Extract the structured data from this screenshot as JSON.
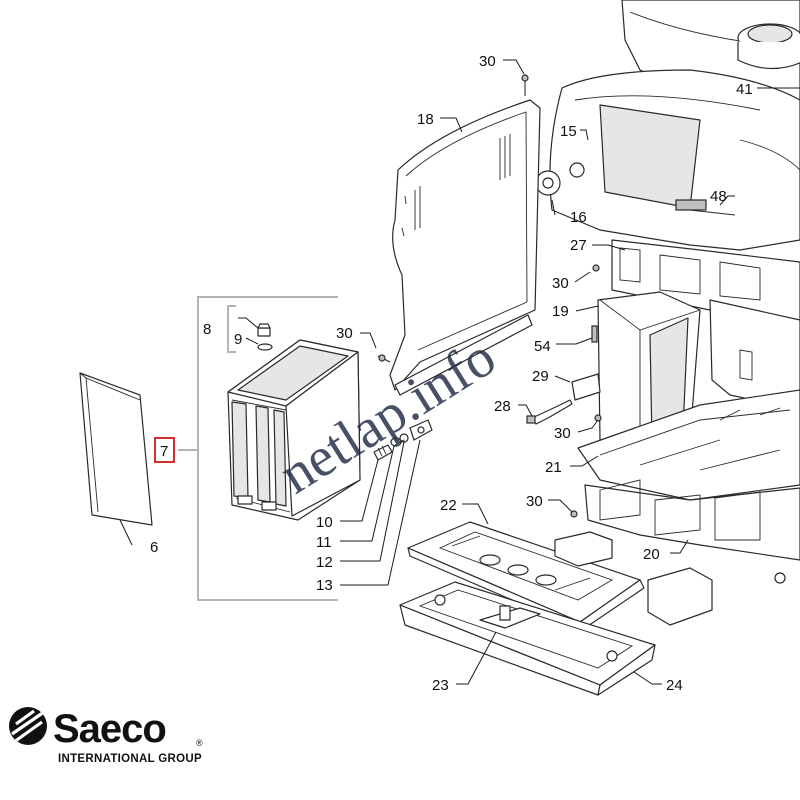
{
  "watermark": "netlap.info",
  "brand": {
    "name": "Saeco",
    "subtitle": "INTERNATIONAL GROUP",
    "registered": "®"
  },
  "colors": {
    "line": "#2a2a2a",
    "bracket": "#b5b5b5",
    "highlight": "#d32f2f",
    "watermark": "#1f2a44"
  },
  "highlighted_callout": "7",
  "callouts": [
    {
      "id": "c30a",
      "label": "30"
    },
    {
      "id": "c41",
      "label": "41"
    },
    {
      "id": "c18",
      "label": "18"
    },
    {
      "id": "c15",
      "label": "15"
    },
    {
      "id": "c48",
      "label": "48"
    },
    {
      "id": "c16",
      "label": "16"
    },
    {
      "id": "c27",
      "label": "27"
    },
    {
      "id": "c30b",
      "label": "30"
    },
    {
      "id": "c8",
      "label": "8"
    },
    {
      "id": "c9",
      "label": "9"
    },
    {
      "id": "c30c",
      "label": "30"
    },
    {
      "id": "c19",
      "label": "19"
    },
    {
      "id": "c54",
      "label": "54"
    },
    {
      "id": "c29",
      "label": "29"
    },
    {
      "id": "c28",
      "label": "28"
    },
    {
      "id": "c30d",
      "label": "30"
    },
    {
      "id": "c7",
      "label": "7"
    },
    {
      "id": "c21",
      "label": "21"
    },
    {
      "id": "c6",
      "label": "6"
    },
    {
      "id": "c10",
      "label": "10"
    },
    {
      "id": "c11",
      "label": "11"
    },
    {
      "id": "c12",
      "label": "12"
    },
    {
      "id": "c13",
      "label": "13"
    },
    {
      "id": "c22",
      "label": "22"
    },
    {
      "id": "c30e",
      "label": "30"
    },
    {
      "id": "c20",
      "label": "20"
    },
    {
      "id": "c23",
      "label": "23"
    },
    {
      "id": "c24",
      "label": "24"
    }
  ]
}
